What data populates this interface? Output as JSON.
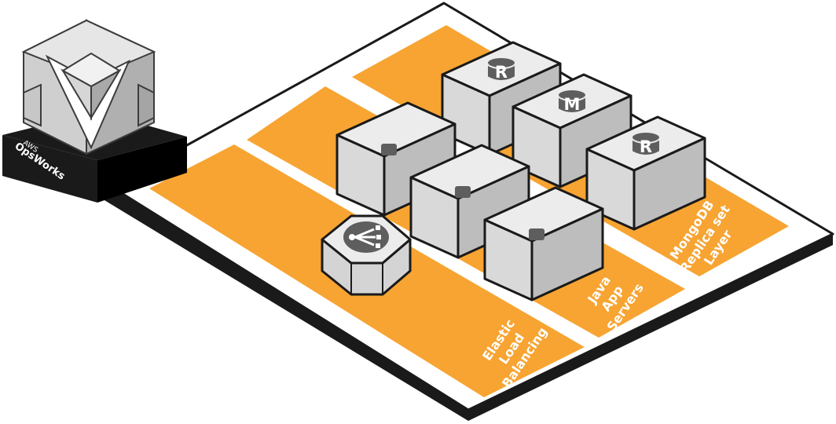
{
  "brand": {
    "small": "AWS",
    "name": "OpsWorks"
  },
  "layers": [
    {
      "label_lines": [
        "Elastic",
        "Load",
        "Balancing"
      ],
      "color": "#f7a432"
    },
    {
      "label_lines": [
        "Java",
        "App",
        "Servers"
      ],
      "color": "#f7a432"
    },
    {
      "label_lines": [
        "MongoDB",
        "Replica set",
        "Layer"
      ],
      "color": "#f7a432"
    }
  ],
  "db_nodes": [
    {
      "letter": "R",
      "icon": "database-icon"
    },
    {
      "letter": "M",
      "icon": "database-icon"
    },
    {
      "letter": "R",
      "icon": "database-icon"
    }
  ],
  "app_nodes": [
    {
      "icon": "instance-chip-icon"
    },
    {
      "icon": "instance-chip-icon"
    },
    {
      "icon": "instance-chip-icon"
    }
  ],
  "load_balancer": {
    "icon": "load-balancer-icon"
  },
  "colors": {
    "layer_orange": "#f7a432",
    "box_top": "#ececec",
    "box_left": "#d9d9d9",
    "box_right": "#bdbdbd",
    "icon_dark": "#5e5e5e",
    "outline": "#1a1a1a"
  }
}
